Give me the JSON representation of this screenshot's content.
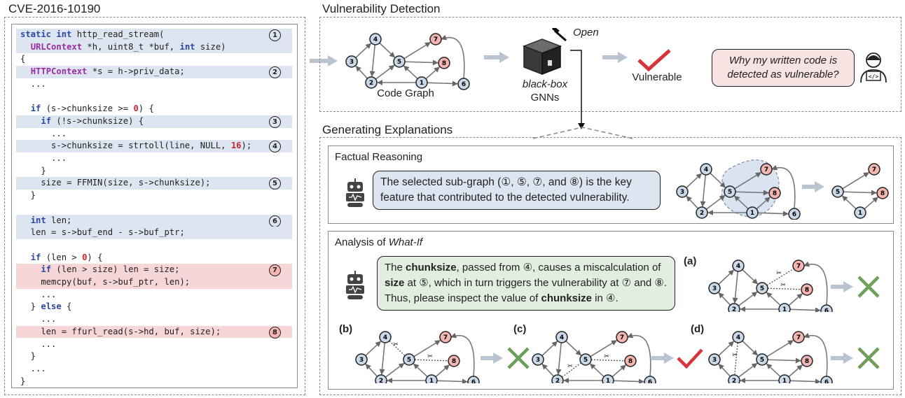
{
  "left_panel": {
    "title": "CVE-2016-10190",
    "code_lines": [
      {
        "text": "static int http_read_stream(",
        "hl": "blue",
        "tag": "1"
      },
      {
        "text": "  URLContext *h, uint8_t *buf, int size)",
        "hl": "blue",
        "tag": ""
      },
      {
        "text": "{",
        "hl": "",
        "tag": ""
      },
      {
        "text": "  HTTPContext *s = h->priv_data;",
        "hl": "blue",
        "tag": "2"
      },
      {
        "text": "  ...",
        "hl": "",
        "tag": ""
      },
      {
        "text": "",
        "hl": "",
        "tag": ""
      },
      {
        "text": "  if (s->chunksize >= 0) {",
        "hl": "",
        "tag": ""
      },
      {
        "text": "    if (!s->chunksize) {",
        "hl": "blue",
        "tag": "3"
      },
      {
        "text": "      ...",
        "hl": "",
        "tag": ""
      },
      {
        "text": "      s->chunksize = strtoll(line, NULL, 16);",
        "hl": "blue",
        "tag": "4"
      },
      {
        "text": "      ...",
        "hl": "",
        "tag": ""
      },
      {
        "text": "    }",
        "hl": "",
        "tag": ""
      },
      {
        "text": "    size = FFMIN(size, s->chunksize);",
        "hl": "blue",
        "tag": "5"
      },
      {
        "text": "  }",
        "hl": "",
        "tag": ""
      },
      {
        "text": "",
        "hl": "",
        "tag": ""
      },
      {
        "text": "  int len;",
        "hl": "blue",
        "tag": "6"
      },
      {
        "text": "  len = s->buf_end - s->buf_ptr;",
        "hl": "blue",
        "tag": ""
      },
      {
        "text": "",
        "hl": "",
        "tag": ""
      },
      {
        "text": "  if (len > 0) {",
        "hl": "",
        "tag": ""
      },
      {
        "text": "    if (len > size) len = size;",
        "hl": "red",
        "tag": "7"
      },
      {
        "text": "    memcpy(buf, s->buf_ptr, len);",
        "hl": "red",
        "tag": ""
      },
      {
        "text": "    ...",
        "hl": "",
        "tag": ""
      },
      {
        "text": "  } else {",
        "hl": "",
        "tag": ""
      },
      {
        "text": "    ...",
        "hl": "",
        "tag": ""
      },
      {
        "text": "    len = ffurl_read(s->hd, buf, size);",
        "hl": "red",
        "tag": "8"
      },
      {
        "text": "    ...",
        "hl": "",
        "tag": ""
      },
      {
        "text": "  }",
        "hl": "",
        "tag": ""
      },
      {
        "text": "  ...",
        "hl": "",
        "tag": ""
      },
      {
        "text": "}",
        "hl": "",
        "tag": ""
      }
    ]
  },
  "detection": {
    "title": "Vulnerability Detection",
    "code_graph_label": "Code Graph",
    "open_label": "Open",
    "blackbox_italic": "black-box",
    "blackbox_label": "GNNs",
    "vulnerable_label": "Vulnerable",
    "question": "Why my written code is detected as vulnerable?"
  },
  "explanations": {
    "title": "Generating Explanations",
    "factual": {
      "title": "Factual Reasoning",
      "text": "The selected sub-graph (①, ⑤, ⑦, and ⑧) is the key feature that contributed to the detected vulnerability."
    },
    "whatif": {
      "title_prefix": "Analysis of ",
      "title_italic": "What-If",
      "text_parts": [
        "The ",
        "chunksize",
        ", passed from ④, causes a miscalculation of ",
        "size",
        " at ⑤, which in turn triggers the vulnerability at ⑦ and ⑧. Thus, please inspect the value of ",
        "chunksize",
        " in ④."
      ],
      "cases": [
        "(a)",
        "(b)",
        "(c)",
        "(d)"
      ],
      "results": [
        "cross",
        "cross",
        "check",
        "cross"
      ]
    }
  },
  "colors": {
    "node_blue": "#c9d9ea",
    "node_red": "#f4b5b0",
    "highlight_blue": "#dde6f0",
    "highlight_red": "#f6d6d6",
    "check_red": "#d9343a",
    "cross_green": "#6fa05a",
    "arrow_gray": "#b9c4d0"
  }
}
